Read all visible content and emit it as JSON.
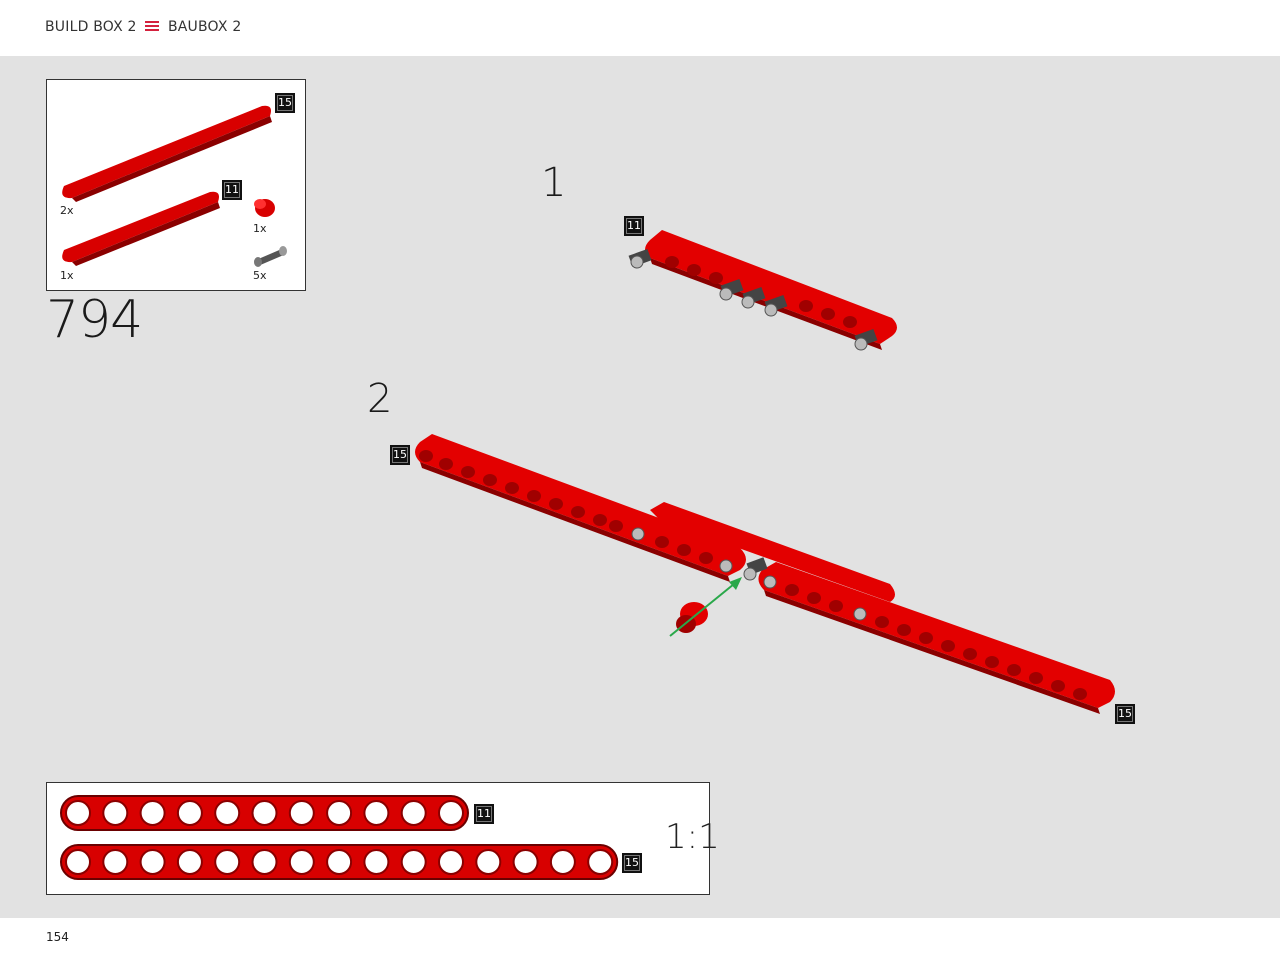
{
  "header": {
    "left_label": "BUILD BOX 2",
    "right_label": "BAUBOX 2",
    "separator_color": "#d4213d"
  },
  "step_number": "794",
  "parts_list": {
    "items": [
      {
        "badge": "15",
        "qty": "2x",
        "part": "beam-15"
      },
      {
        "badge": "11",
        "qty": "1x",
        "part": "beam-11"
      },
      {
        "badge": "",
        "qty": "1x",
        "part": "bush"
      },
      {
        "badge": "",
        "qty": "5x",
        "part": "pin"
      }
    ]
  },
  "substeps": [
    {
      "label": "1",
      "badge": "11"
    },
    {
      "label": "2",
      "badges": [
        "15",
        "15"
      ]
    }
  ],
  "scale_guide": {
    "label": "1:1",
    "beams": [
      {
        "holes": 11,
        "badge": "11"
      },
      {
        "holes": 15,
        "badge": "15"
      }
    ]
  },
  "colors": {
    "beam_red": "#e30000",
    "beam_dark": "#8a0000",
    "arrow_green": "#2aa84a"
  },
  "footer": {
    "page_number": "154"
  }
}
